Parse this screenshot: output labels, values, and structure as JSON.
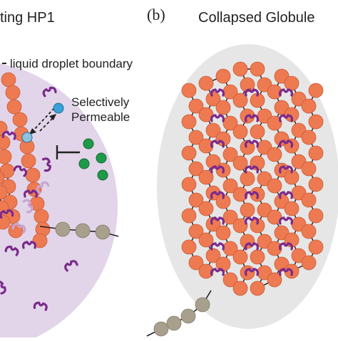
{
  "panel_left": {
    "title": "ting HP1",
    "legend_label": "liquid droplet boundary",
    "permeable_line1": "Selectively",
    "permeable_line2": "Permeable"
  },
  "panel_right": {
    "panel_letter": "(b)",
    "title": "Collapsed Globule"
  },
  "colors": {
    "nucleosome": "#ee7a52",
    "nucleosome_stroke": "#c85a36",
    "hp1": "#7b2a8c",
    "hp1_light": "#c7a6d2",
    "droplet": "#e2d5e9",
    "globule": "#e6e6e6",
    "gray_bead": "#a89f8c",
    "blue_molecule": "#3aa0d8",
    "green_molecule": "#1e9a48",
    "linker": "#222222"
  }
}
